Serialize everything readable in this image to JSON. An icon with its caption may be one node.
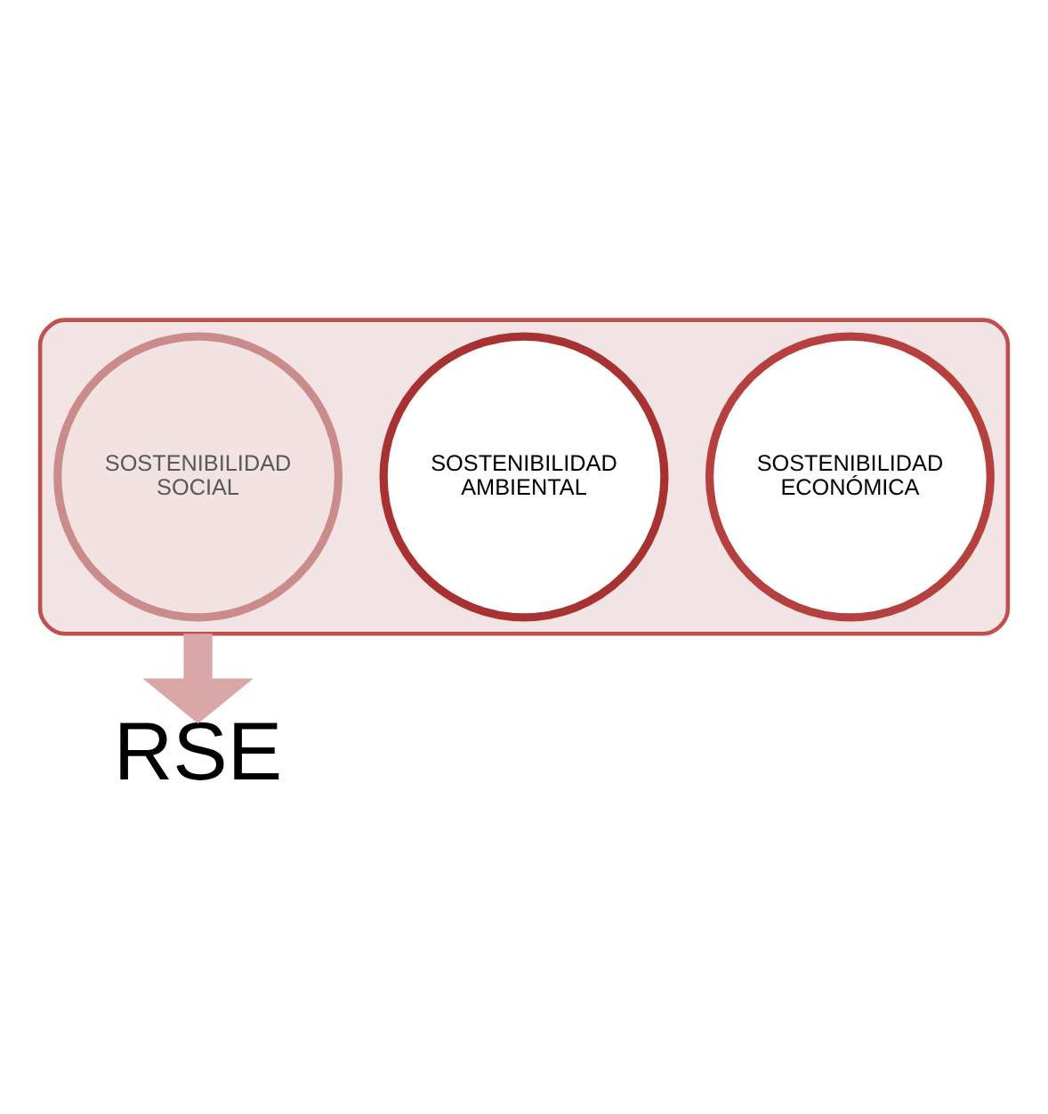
{
  "diagram": {
    "nodes": [
      {
        "text": [],
        "shape": "funnel"
      },
      {
        "text": [
          "SOSTENIBILIDAD ECONÓMICA"
        ],
        "in": 0
      },
      {
        "text": [
          "SOSTENIBILIDAD AMBIENTAL"
        ],
        "in": 0
      },
      {
        "text": [
          "SOSTENIBILIDAD SOCIAL"
        ],
        "in": 0
      },
      {
        "text": [
          "RSE"
        ]
      }
    ],
    "edges": [
      {
        "from": 0,
        "to": 4,
        "arrow": "to",
        "color": "#d9a7a7"
      }
    ]
  }
}
